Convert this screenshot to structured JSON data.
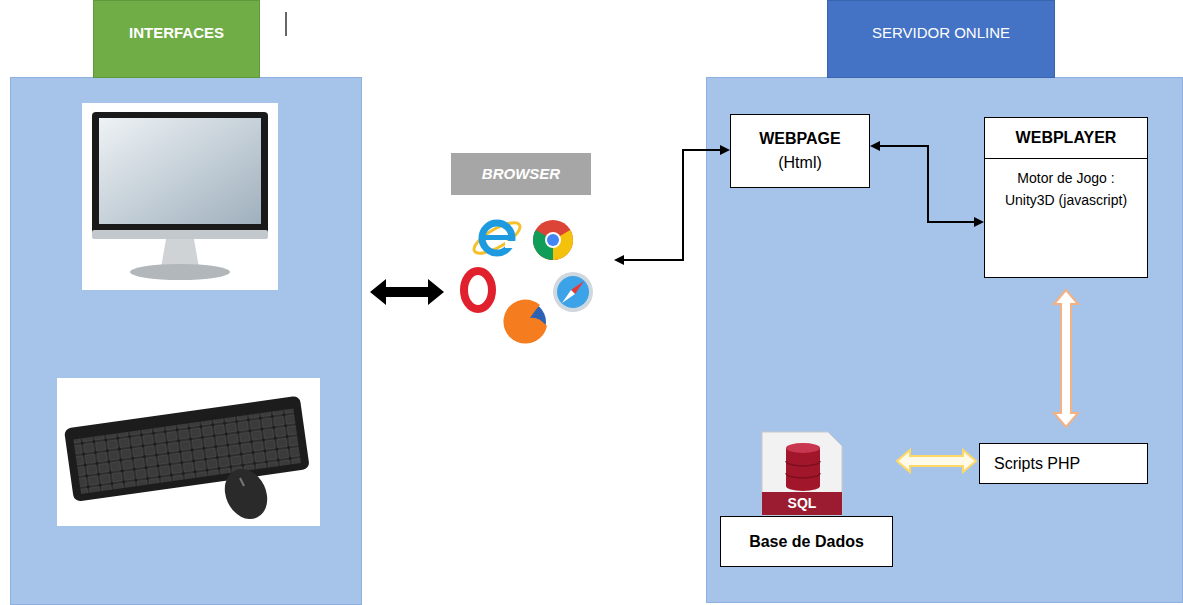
{
  "diagram": {
    "nodes": [
      {
        "text": [
          "INTERFACES"
        ]
      },
      {
        "text": [
          "BROWSER"
        ]
      },
      {
        "text": [
          "SERVIDOR ONLINE"
        ]
      },
      {
        "text": [
          "WEBPAGE",
          "(Html)"
        ],
        "in": 2
      },
      {
        "text": [
          "WEBPLAYER",
          "Motor de Jogo : Unity3D (javascript)"
        ],
        "in": 2
      },
      {
        "text": [
          "Scripts PHP"
        ],
        "in": 2
      },
      {
        "text": [
          "Base de Dados"
        ],
        "in": 2
      }
    ],
    "edges": [
      {
        "from": 0,
        "to": 1,
        "arrow": "both"
      },
      {
        "from": 1,
        "to": 3,
        "arrow": "both"
      },
      {
        "from": 3,
        "to": 4,
        "arrow": "both"
      },
      {
        "from": 4,
        "to": 5,
        "arrow": "both"
      },
      {
        "from": 6,
        "to": 5,
        "arrow": "both"
      }
    ],
    "labels": [
      "SQL"
    ]
  }
}
